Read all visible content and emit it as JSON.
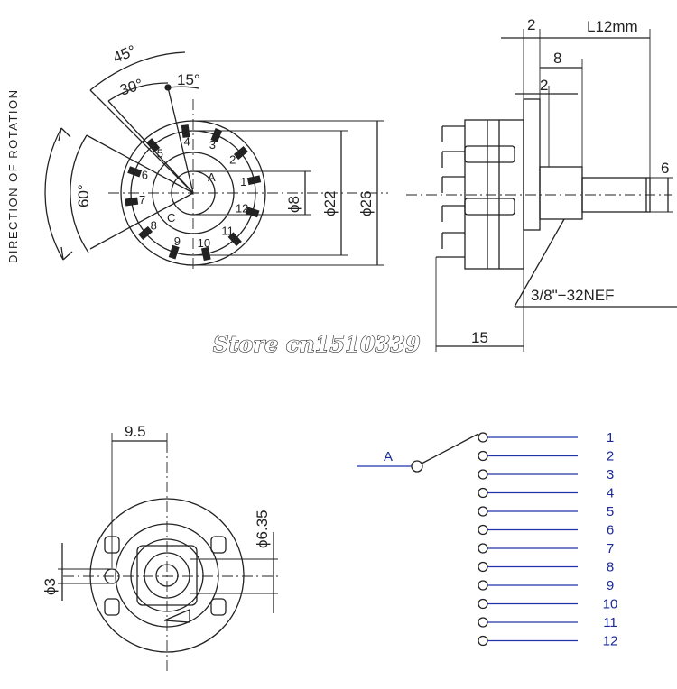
{
  "top_left": {
    "rotation_label": "DIRECTION OF ROTATION",
    "angles": {
      "a45": "45°",
      "a30": "30°",
      "a15": "15°",
      "a60": "60°"
    },
    "diameters": {
      "d8": "ϕ8",
      "d22": "ϕ22",
      "d26": "ϕ26"
    },
    "terminals": [
      "1",
      "2",
      "3",
      "4",
      "5",
      "6",
      "7",
      "8",
      "9",
      "10",
      "11",
      "12"
    ],
    "common_label": "A",
    "center_label": "C"
  },
  "top_right": {
    "dim_2_top": "2",
    "dim_length": "L12mm",
    "dim_8": "8",
    "dim_2_mid": "2",
    "dim_6": "6",
    "thread": "3/8\"−32NEF",
    "dim_15": "15"
  },
  "watermark": "Store cn1510339",
  "bottom_left": {
    "dim_9_5": "9.5",
    "dim_6_35": "ϕ6.35",
    "dim_3": "ϕ3"
  },
  "schematic": {
    "input_label": "A",
    "outputs": [
      "1",
      "2",
      "3",
      "4",
      "5",
      "6",
      "7",
      "8",
      "9",
      "10",
      "11",
      "12"
    ],
    "line_color": "#2233aa"
  }
}
